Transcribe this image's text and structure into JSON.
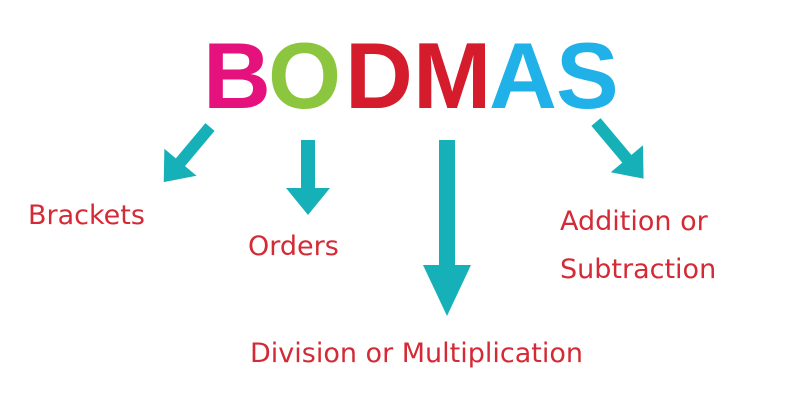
{
  "title": {
    "letters": [
      {
        "char": "B",
        "color": "#e5127d"
      },
      {
        "char": "O",
        "color": "#8cc63f"
      },
      {
        "char": "D",
        "color": "#d51c2c"
      },
      {
        "char": "M",
        "color": "#d51c2c"
      },
      {
        "char": "A",
        "color": "#1fb1e8"
      },
      {
        "char": "S",
        "color": "#1fb1e8"
      }
    ]
  },
  "labels": {
    "brackets": "Brackets",
    "orders": "Orders",
    "division": "Division or Multiplication",
    "addition_line1": "Addition or",
    "addition_line2": "Subtraction"
  },
  "colors": {
    "arrow": "#16b1b8",
    "label": "#d42a35"
  }
}
